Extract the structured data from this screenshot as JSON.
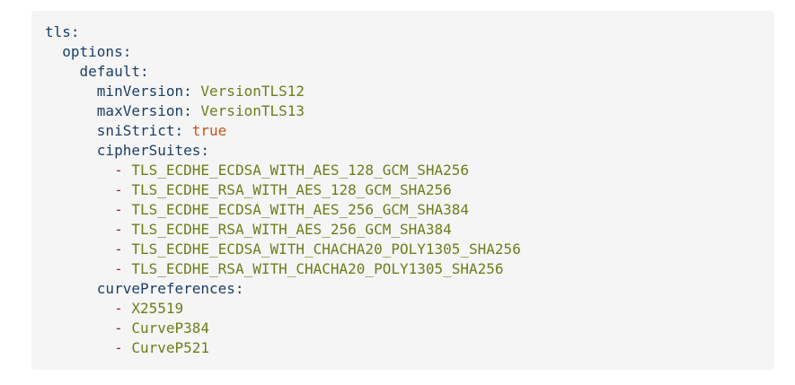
{
  "code": {
    "language": "yaml",
    "colors": {
      "background": "#f5f5f5",
      "key": "#1b3f66",
      "string": "#6b7f1b",
      "boolean": "#c2541b",
      "list_dash": "#a0224d"
    },
    "lines": [
      {
        "indent": 0,
        "type": "key",
        "key": "tls"
      },
      {
        "indent": 1,
        "type": "key",
        "key": "options"
      },
      {
        "indent": 2,
        "type": "key",
        "key": "default"
      },
      {
        "indent": 3,
        "type": "kv",
        "key": "minVersion",
        "value": "VersionTLS12",
        "value_type": "string"
      },
      {
        "indent": 3,
        "type": "kv",
        "key": "maxVersion",
        "value": "VersionTLS13",
        "value_type": "string"
      },
      {
        "indent": 3,
        "type": "kv",
        "key": "sniStrict",
        "value": "true",
        "value_type": "boolean"
      },
      {
        "indent": 3,
        "type": "key",
        "key": "cipherSuites"
      },
      {
        "indent": 4,
        "type": "item",
        "value": "TLS_ECDHE_ECDSA_WITH_AES_128_GCM_SHA256"
      },
      {
        "indent": 4,
        "type": "item",
        "value": "TLS_ECDHE_RSA_WITH_AES_128_GCM_SHA256"
      },
      {
        "indent": 4,
        "type": "item",
        "value": "TLS_ECDHE_ECDSA_WITH_AES_256_GCM_SHA384"
      },
      {
        "indent": 4,
        "type": "item",
        "value": "TLS_ECDHE_RSA_WITH_AES_256_GCM_SHA384"
      },
      {
        "indent": 4,
        "type": "item",
        "value": "TLS_ECDHE_ECDSA_WITH_CHACHA20_POLY1305_SHA256"
      },
      {
        "indent": 4,
        "type": "item",
        "value": "TLS_ECDHE_RSA_WITH_CHACHA20_POLY1305_SHA256"
      },
      {
        "indent": 3,
        "type": "key",
        "key": "curvePreferences"
      },
      {
        "indent": 4,
        "type": "item",
        "value": "X25519"
      },
      {
        "indent": 4,
        "type": "item",
        "value": "CurveP384"
      },
      {
        "indent": 4,
        "type": "item",
        "value": "CurveP521"
      }
    ]
  }
}
